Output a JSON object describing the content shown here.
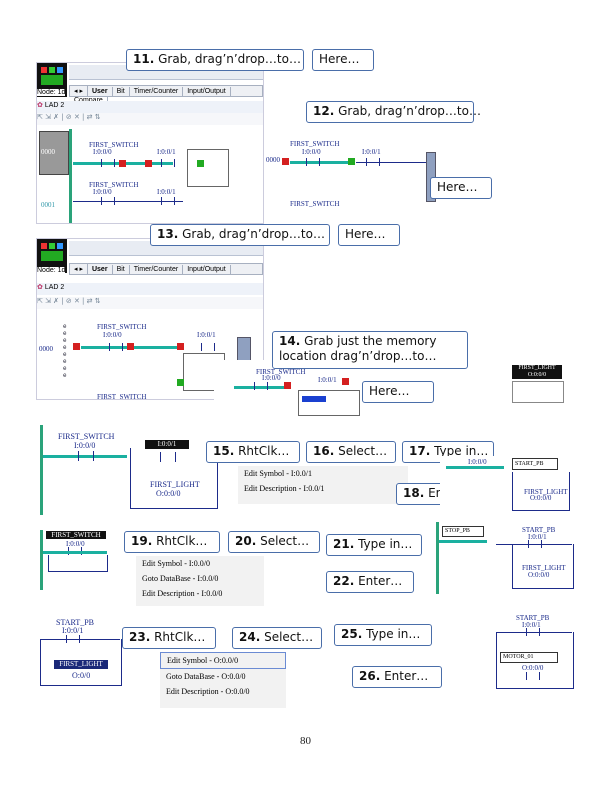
{
  "callouts": {
    "c11": {
      "num": "11.",
      "text": "Grab, drag’n’drop…to…"
    },
    "c11here": "Here…",
    "c12": {
      "num": "12.",
      "text": "Grab, drag’n’drop…to…"
    },
    "c12here": "Here…",
    "c13": {
      "num": "13.",
      "text": "Grab, drag’n’drop…to…"
    },
    "c13here": "Here…",
    "c14": {
      "num": "14.",
      "text": "Grab just the memory location drag’n’drop…to…"
    },
    "c14here": "Here…",
    "c15": {
      "num": "15.",
      "text": "RhtClk…"
    },
    "c16": {
      "num": "16.",
      "text": "Select…"
    },
    "c17": {
      "num": "17.",
      "text": "Type in…"
    },
    "c18": {
      "num": "18.",
      "text": "Enter…"
    },
    "c19": {
      "num": "19.",
      "text": "RhtClk…"
    },
    "c20": {
      "num": "20.",
      "text": "Select…"
    },
    "c21": {
      "num": "21.",
      "text": "Type in…"
    },
    "c22": {
      "num": "22.",
      "text": "Enter…"
    },
    "c23": {
      "num": "23.",
      "text": "RhtClk…"
    },
    "c24": {
      "num": "24.",
      "text": "Select…"
    },
    "c25": {
      "num": "25.",
      "text": "Type in…"
    },
    "c26": {
      "num": "26.",
      "text": "Enter…"
    }
  },
  "app": {
    "node_label": "Node: 1d",
    "node_label_b": "Node: 1d",
    "window_title": "LAD 2",
    "window_title_b": "LAD 2",
    "tabs": [
      "User",
      "Bit",
      "Timer/Counter",
      "Input/Output",
      "Compare"
    ],
    "tabs_b": [
      "User",
      "Bit",
      "Timer/Counter",
      "Input/Output"
    ]
  },
  "ladder": {
    "first_switch": "FIRST_SWITCH",
    "first_light": "FIRST_LIGHT",
    "start_pb": "START_PB",
    "stop_pb": "STOP_PB",
    "motor_01": "MOTOR_01",
    "addr_i000": "I:0:0/0",
    "addr_i001": "I:0:0/1",
    "addr_o000": "O:0:0/0",
    "addr_o000_short": "O:0/0",
    "rung_no": "0000",
    "rung_no2": "0001"
  },
  "menus": {
    "m16": [
      "Edit Symbol - I:0.0/1",
      "Edit Description - I:0.0/1"
    ],
    "m20": [
      "Edit Symbol - I:0.0/0",
      "Goto DataBase - I:0.0/0",
      "Edit Description - I:0.0/0"
    ],
    "m24": [
      "Edit Symbol - O:0.0/0",
      "Goto DataBase - O:0.0/0",
      "Edit Description - O:0.0/0"
    ]
  },
  "page_number": "80"
}
